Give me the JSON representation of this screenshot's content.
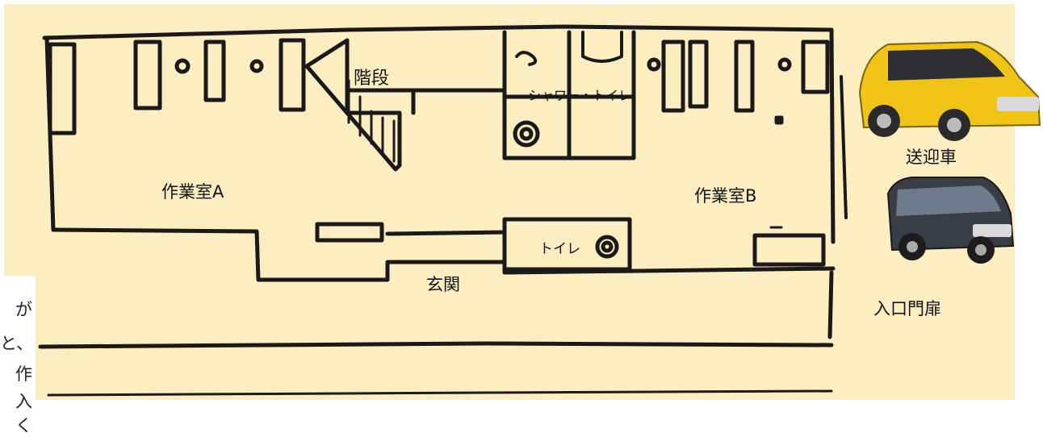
{
  "labels": {
    "stairs": "階段",
    "shower_toilet": "シャワー・トイレ",
    "workroom_a": "作業室A",
    "workroom_b": "作業室B",
    "toilet": "トイレ",
    "entrance": "玄関",
    "shuttle_car": "送迎車",
    "entrance_gate": "入口門扉"
  },
  "side_text": [
    "が",
    "と、",
    "作",
    "入く"
  ],
  "colors": {
    "paper": "#fdeec1",
    "ink": "#1a1a1a",
    "van_yellow": "#efc417",
    "van_black": "#3a3d45"
  },
  "icons": [
    "yellow-minivan-icon",
    "black-minibus-icon"
  ]
}
